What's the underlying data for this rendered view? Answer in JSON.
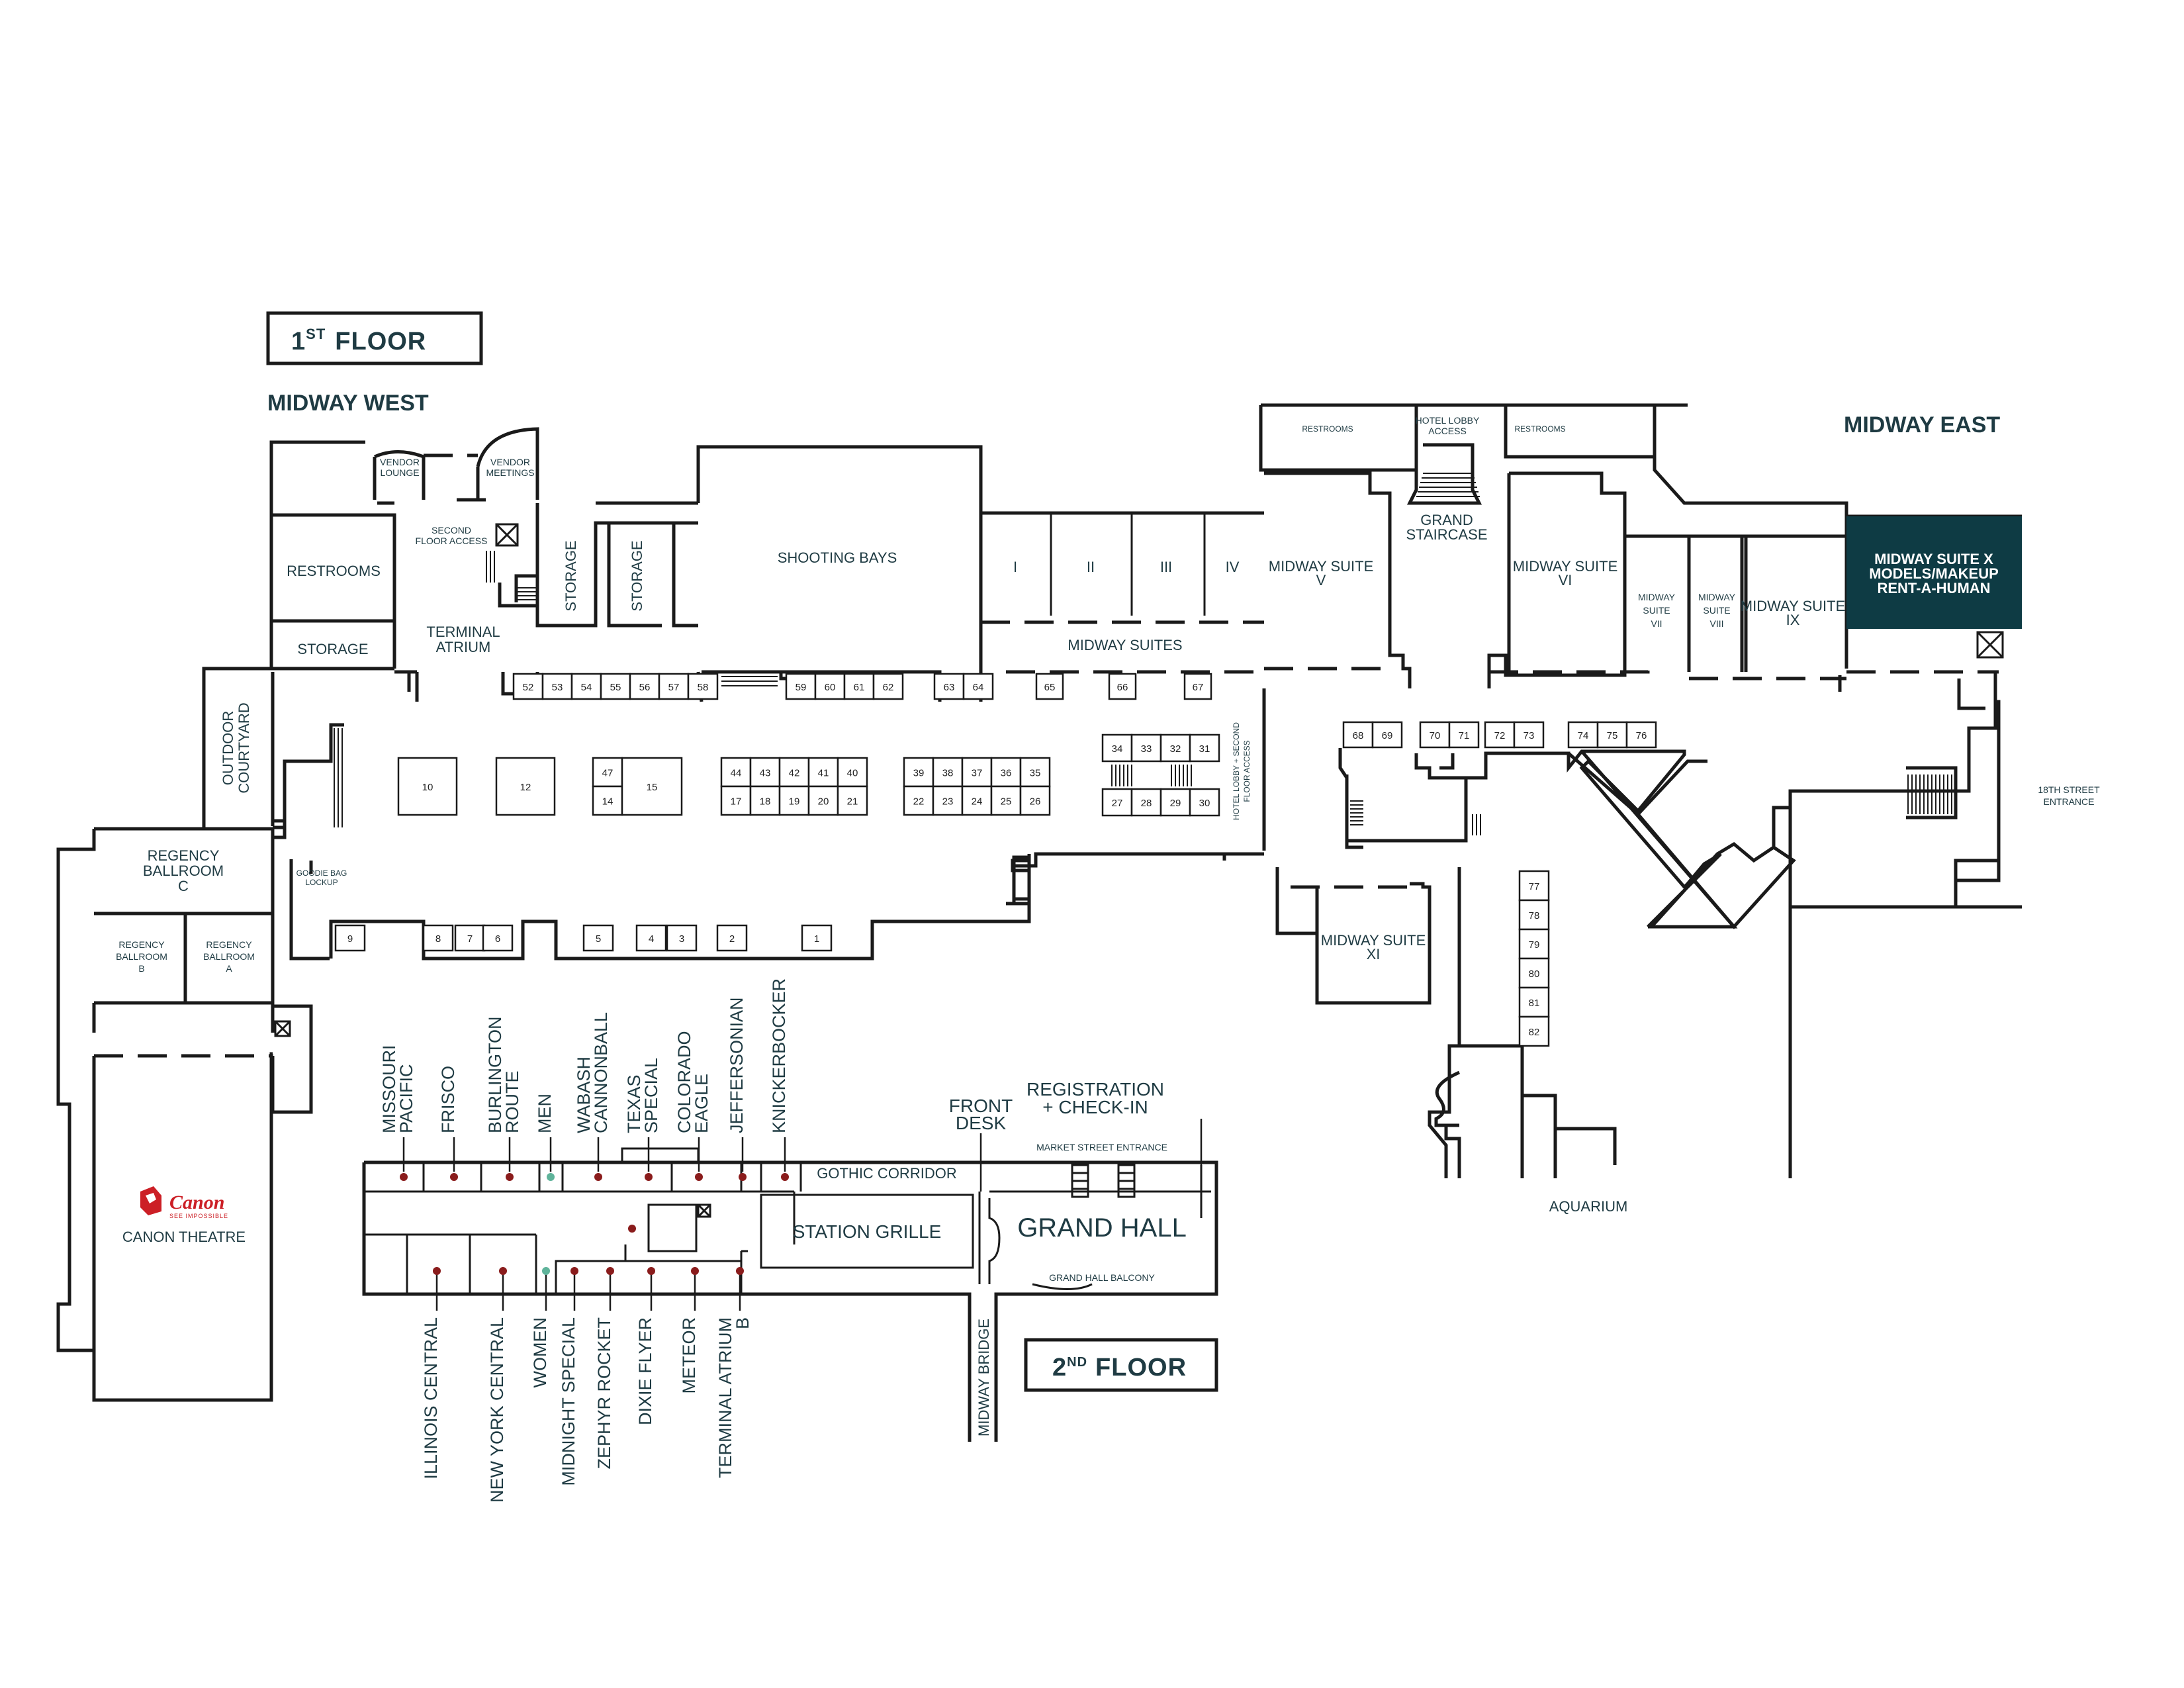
{
  "headings": {
    "floor1": "1ST FLOOR",
    "floor1_base": "1",
    "floor1_sup": "ST",
    "floor1_word": "FLOOR",
    "floor2_base": "2",
    "floor2_sup": "ND",
    "floor2_word": "FLOOR",
    "midway_west": "MIDWAY WEST",
    "midway_east": "MIDWAY EAST"
  },
  "rooms": {
    "vendor_lounge": [
      "VENDOR",
      "LOUNGE"
    ],
    "vendor_meetings": [
      "VENDOR",
      "MEETINGS"
    ],
    "second_floor_access": [
      "SECOND",
      "FLOOR ACCESS"
    ],
    "restrooms_west": "RESTROOMS",
    "storage_west": "STORAGE",
    "storage_1": "STORAGE",
    "storage_2": "STORAGE",
    "terminal_atrium": [
      "TERMINAL",
      "ATRIUM"
    ],
    "shooting_bays": "SHOOTING BAYS",
    "bay_numerals": [
      "I",
      "II",
      "III",
      "IV"
    ],
    "midway_suites": "MIDWAY SUITES",
    "outdoor_courtyard": [
      "OUTDOOR",
      "COURTYARD"
    ],
    "regency_ballroom_c": [
      "REGENCY",
      "BALLROOM",
      "C"
    ],
    "regency_ballroom_b": [
      "REGENCY",
      "BALLROOM",
      "B"
    ],
    "regency_ballroom_a": [
      "REGENCY",
      "BALLROOM",
      "A"
    ],
    "goodie_bag_lockup": [
      "GOODIE BAG",
      "LOCKUP"
    ],
    "canon_theatre": "CANON THEATRE",
    "restrooms_east_1": "RESTROOMS",
    "hotel_lobby_access": [
      "HOTEL LOBBY",
      "ACCESS"
    ],
    "restrooms_east_2": "RESTROOMS",
    "grand_staircase": [
      "GRAND",
      "STAIRCASE"
    ],
    "midway_suite_v": [
      "MIDWAY SUITE",
      "V"
    ],
    "midway_suite_vi": [
      "MIDWAY SUITE",
      "VI"
    ],
    "midway_suite_vii": [
      "MIDWAY",
      "SUITE",
      "VII"
    ],
    "midway_suite_viii": [
      "MIDWAY",
      "SUITE",
      "VIII"
    ],
    "midway_suite_ix": [
      "MIDWAY SUITE",
      "IX"
    ],
    "midway_suite_x": [
      "MIDWAY SUITE X",
      "MODELS/MAKEUP",
      "RENT-A-HUMAN"
    ],
    "hotel_lobby_second_floor": [
      "HOTEL LOBBY + SECOND",
      "FLOOR ACCESS"
    ],
    "street_18th": [
      "18TH STREET",
      "ENTRANCE"
    ],
    "midway_suite_xi": [
      "MIDWAY SUITE",
      "XI"
    ],
    "aquarium": "AQUARIUM"
  },
  "logo": {
    "name": "Canon",
    "tagline": "SEE IMPOSSIBLE",
    "color": "#cc1f26"
  },
  "booths": {
    "row_52": [
      "52",
      "53",
      "54",
      "55",
      "56",
      "57",
      "58"
    ],
    "row_59": [
      "59",
      "60",
      "61",
      "62"
    ],
    "row_63": [
      "63",
      "64"
    ],
    "single_65": "65",
    "single_66": "66",
    "single_67": "67",
    "b10": "10",
    "b12": "12",
    "b47": "47",
    "b14": "14",
    "b15": "15",
    "top_44": [
      "44",
      "43",
      "42",
      "41",
      "40"
    ],
    "bot_17": [
      "17",
      "18",
      "19",
      "20",
      "21"
    ],
    "top_39": [
      "39",
      "38",
      "37",
      "36",
      "35"
    ],
    "bot_22": [
      "22",
      "23",
      "24",
      "25",
      "26"
    ],
    "top_34": [
      "34",
      "33",
      "32",
      "31"
    ],
    "bot_27": [
      "27",
      "28",
      "29",
      "30"
    ],
    "row_68": [
      "68",
      "69"
    ],
    "row_70": [
      "70",
      "71"
    ],
    "row_72": [
      "72",
      "73"
    ],
    "row_74": [
      "74",
      "75",
      "76"
    ],
    "col_77": [
      "77",
      "78",
      "79",
      "80",
      "81",
      "82"
    ],
    "bottom_row": [
      "9",
      "8",
      "7",
      "6",
      "5",
      "4",
      "3",
      "2",
      "1"
    ]
  },
  "second_floor": {
    "top_rooms": [
      "MISSOURI PACIFIC",
      "FRISCO",
      "BURLINGTON ROUTE",
      "MEN",
      "WABASH CANNONBALL",
      "TEXAS SPECIAL",
      "COLORADO EAGLE",
      "JEFFERSONIAN",
      "KNICKERBOCKER"
    ],
    "bottom_rooms": [
      "ILLINOIS CENTRAL",
      "NEW YORK CENTRAL",
      "WOMEN",
      "MIDNIGHT SPECIAL",
      "ZEPHYR ROCKET",
      "DIXIE FLYER",
      "METEOR",
      "TERMINAL ATRIUM B"
    ],
    "front_desk": [
      "FRONT",
      "DESK"
    ],
    "registration": [
      "REGISTRATION",
      "+ CHECK-IN"
    ],
    "market_street_entrance": "MARKET STREET ENTRANCE",
    "gothic_corridor": "GOTHIC CORRIDOR",
    "station_grille": "STATION GRILLE",
    "grand_hall": "GRAND HALL",
    "grand_hall_balcony": "GRAND HALL BALCONY",
    "midway_bridge": "MIDWAY BRIDGE"
  },
  "colors": {
    "text": "#1f3b43",
    "highlight_fill": "#0e3b44",
    "highlight_text": "#ffffff",
    "pin_red": "#8a1c1c",
    "pin_green": "#5fb39a"
  }
}
